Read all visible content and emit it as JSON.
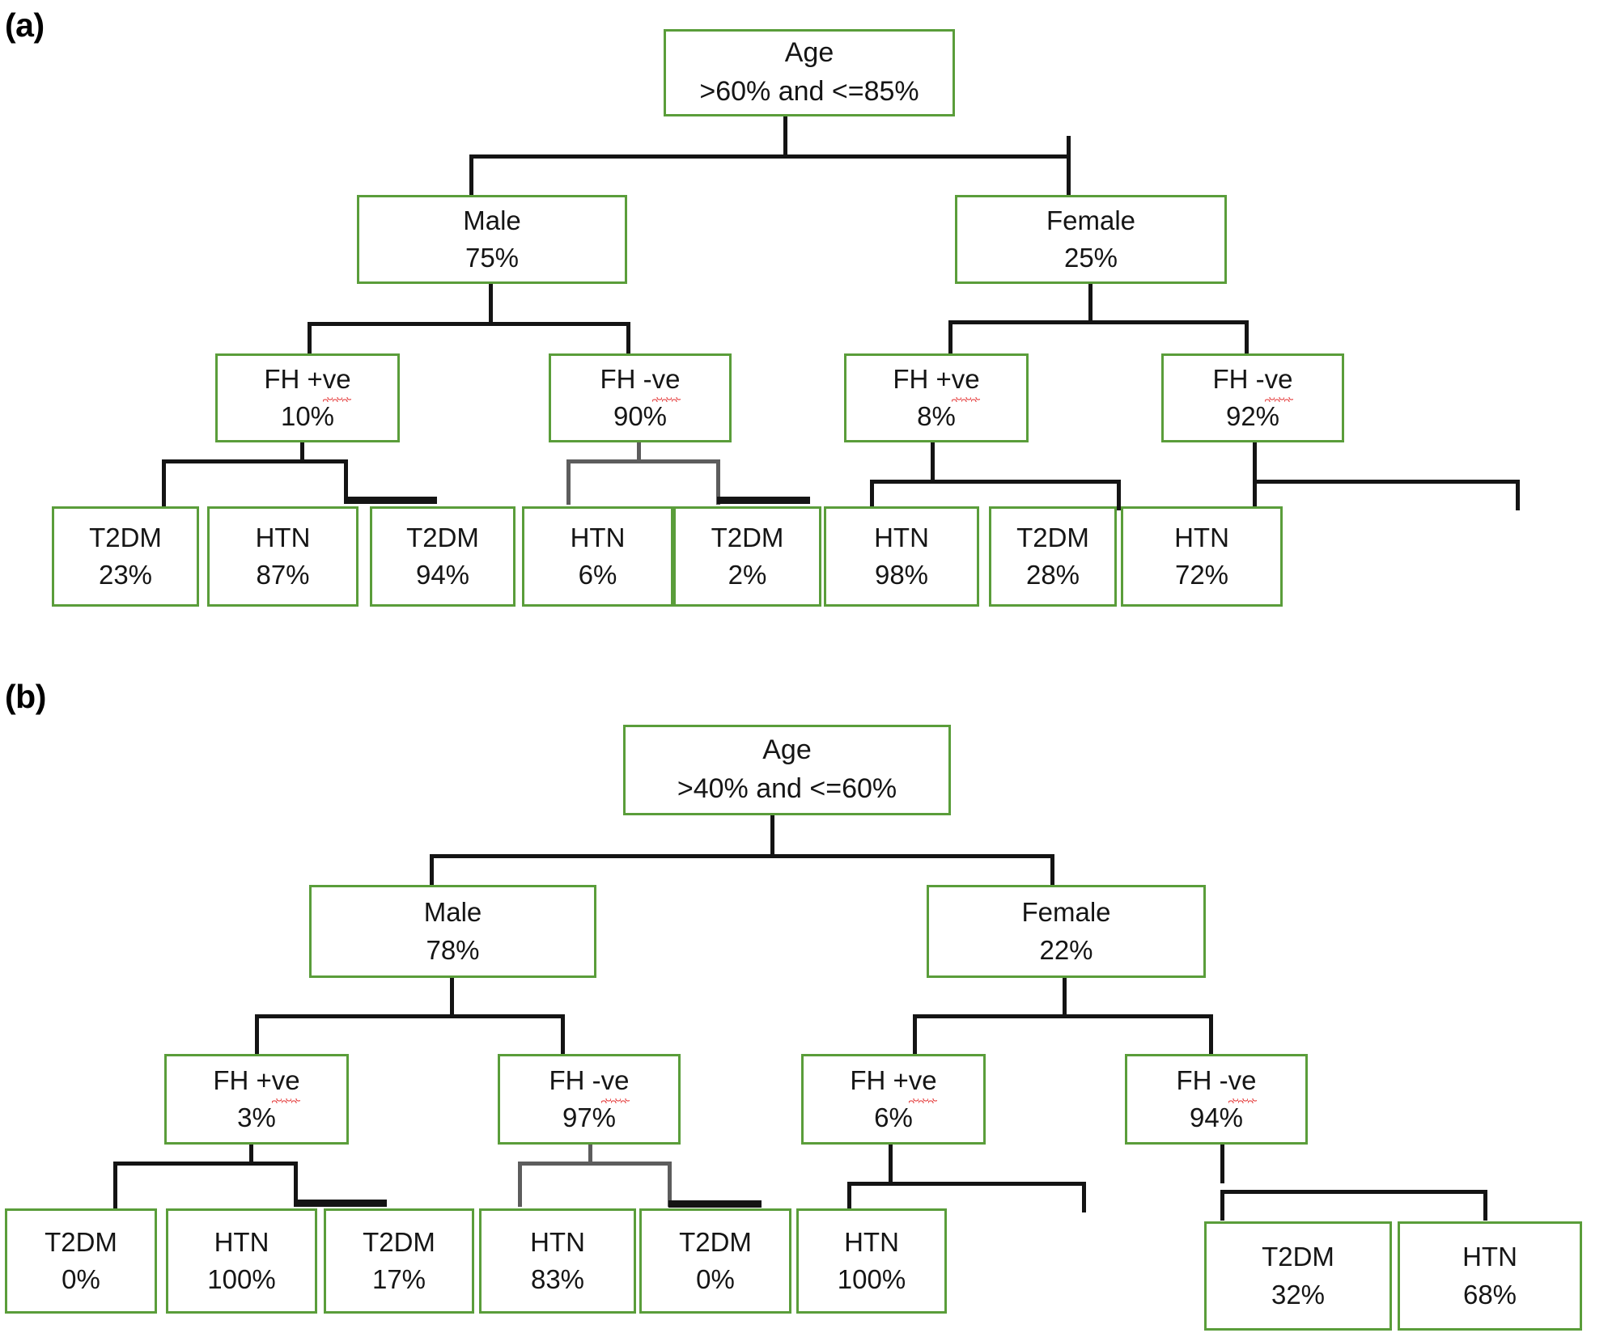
{
  "figure": {
    "type": "decision-tree",
    "panels": [
      {
        "id": "a",
        "label": "(a)",
        "root": {
          "line1": "Age",
          "line2": ">60% and <=85%"
        },
        "level2": [
          {
            "line1": "Male",
            "line2": "75%"
          },
          {
            "line1": "Female",
            "line2": "25%"
          }
        ],
        "level3": [
          {
            "line1": "FH +ve",
            "line2": "10%"
          },
          {
            "line1": "FH -ve",
            "line2": "90%"
          },
          {
            "line1": "FH +ve",
            "line2": "8%"
          },
          {
            "line1": "FH -ve",
            "line2": "92%"
          }
        ],
        "leaves": [
          {
            "line1": "T2DM",
            "line2": "23%"
          },
          {
            "line1": "HTN",
            "line2": "87%"
          },
          {
            "line1": "T2DM",
            "line2": "94%"
          },
          {
            "line1": "HTN",
            "line2": "6%"
          },
          {
            "line1": "T2DM",
            "line2": "2%"
          },
          {
            "line1": "HTN",
            "line2": "98%"
          },
          {
            "line1": "T2DM",
            "line2": "28%"
          },
          {
            "line1": "HTN",
            "line2": "72%"
          }
        ]
      },
      {
        "id": "b",
        "label": "(b)",
        "root": {
          "line1": "Age",
          "line2": ">40% and <=60%"
        },
        "level2": [
          {
            "line1": "Male",
            "line2": "78%"
          },
          {
            "line1": "Female",
            "line2": "22%"
          }
        ],
        "level3": [
          {
            "line1": "FH +ve",
            "line2": "3%"
          },
          {
            "line1": "FH -ve",
            "line2": "97%"
          },
          {
            "line1": "FH +ve",
            "line2": "6%"
          },
          {
            "line1": "FH -ve",
            "line2": "94%"
          }
        ],
        "leaves": [
          {
            "line1": "T2DM",
            "line2": "0%"
          },
          {
            "line1": "HTN",
            "line2": "100%"
          },
          {
            "line1": "T2DM",
            "line2": "17%"
          },
          {
            "line1": "HTN",
            "line2": "83%"
          },
          {
            "line1": "T2DM",
            "line2": "0%"
          },
          {
            "line1": "HTN",
            "line2": "100%"
          },
          {
            "line1": "T2DM",
            "line2": "32%"
          },
          {
            "line1": "HTN",
            "line2": "68%"
          }
        ]
      }
    ],
    "colors": {
      "node_border": "#5a9d3a",
      "edge": "#141414",
      "background": "#ffffff",
      "text": "#151515",
      "spellcheck_underline": "#e02020"
    }
  }
}
